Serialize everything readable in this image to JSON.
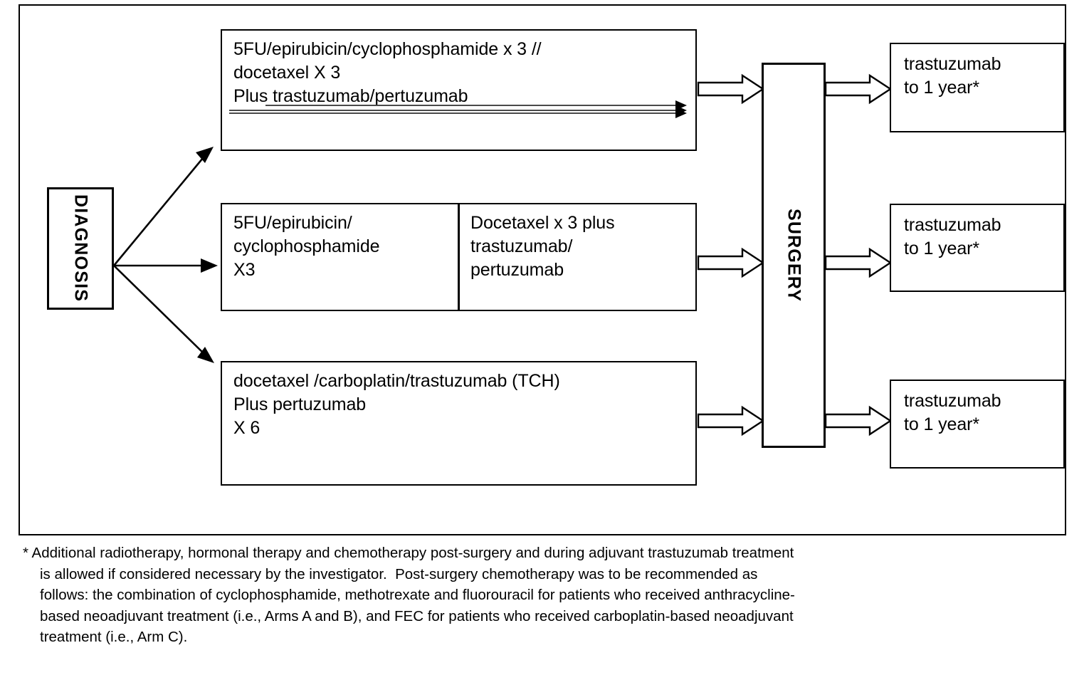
{
  "diagram": {
    "diagnosis": {
      "label": "DIAGNOSIS"
    },
    "surgery": {
      "label": "SURGERY"
    },
    "arms": [
      {
        "id": "arm-a",
        "text": "5FU/epirubicin/cyclophosphamide x 3 //\ndocetaxel X 3\nPlus trastuzumab/pertuzumab",
        "split": false
      },
      {
        "id": "arm-b",
        "left_text": "5FU/epirubicin/\ncyclophosphamide\nX3",
        "right_text": "Docetaxel x 3 plus\ntrastuzumab/\npertuzumab",
        "split": true
      },
      {
        "id": "arm-c",
        "text": "docetaxel /carboplatin/trastuzumab (TCH)\nPlus pertuzumab\nX 6",
        "split": false
      }
    ],
    "outcomes": [
      {
        "id": "trast-1",
        "text": "trastuzumab\nto 1 year*"
      },
      {
        "id": "trast-2",
        "text": "trastuzumab\nto 1 year*"
      },
      {
        "id": "trast-3",
        "text": "trastuzumab\nto 1 year*"
      }
    ]
  },
  "footnote": {
    "lines": [
      "* Additional radiotherapy, hormonal therapy and chemotherapy post-surgery and during adjuvant trastuzumab treatment",
      "is allowed if considered necessary by the investigator.  Post-surgery chemotherapy was to be recommended as",
      "follows: the combination of cyclophosphamide, methotrexate and fluorouracil for patients who received anthracycline-",
      "based neoadjuvant treatment (i.e., Arms A and B), and FEC for patients who received carboplatin-based neoadjuvant",
      "treatment (i.e., Arm C)."
    ]
  },
  "colors": {
    "stroke": "#000000",
    "duration_shaft": "#4a4a4a",
    "background": "#ffffff"
  }
}
